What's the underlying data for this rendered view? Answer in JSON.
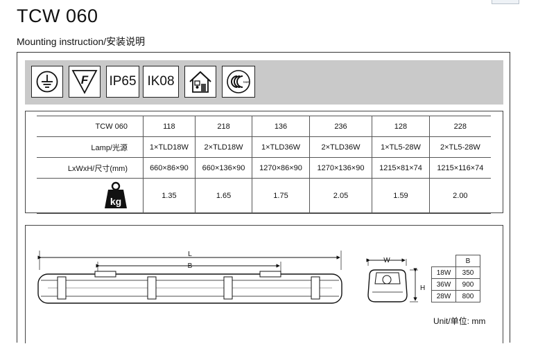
{
  "header": {
    "title": "TCW 060",
    "subtitle": "Mounting instruction/安装说明"
  },
  "icons": [
    {
      "name": "protective-earth-icon"
    },
    {
      "name": "f-mark-icon"
    },
    {
      "name": "ip-rating-badge",
      "text": "IP65"
    },
    {
      "name": "ik-rating-badge",
      "text": "IK08"
    },
    {
      "name": "indoor-use-icon"
    },
    {
      "name": "ccc-certification-icon",
      "text": "S&E"
    }
  ],
  "specs": {
    "columns": [
      "TCW 060",
      "118",
      "218",
      "136",
      "236",
      "128",
      "228"
    ],
    "rows": [
      {
        "label": "Lamp/光源",
        "values": [
          "1×TLD18W",
          "2×TLD18W",
          "1×TLD36W",
          "2×TLD36W",
          "1×TL5-28W",
          "2×TL5-28W"
        ]
      },
      {
        "label": "LxWxH/尺寸(mm)",
        "values": [
          "660×86×90",
          "660×136×90",
          "1270×86×90",
          "1270×136×90",
          "1215×81×74",
          "1215×116×74"
        ]
      }
    ],
    "weight": {
      "icon": "kg-weight-icon",
      "label": "kg",
      "values": [
        "1.35",
        "1.65",
        "1.75",
        "2.05",
        "1.59",
        "2.00"
      ]
    }
  },
  "drawing": {
    "dim_L": "L",
    "dim_B": "B",
    "dim_W": "W",
    "dim_H": "H",
    "table_header": "B",
    "table_rows": [
      {
        "watt": "18W",
        "b": "350"
      },
      {
        "watt": "36W",
        "b": "900"
      },
      {
        "watt": "28W",
        "b": "800"
      }
    ],
    "unit": "Unit/单位: mm"
  }
}
